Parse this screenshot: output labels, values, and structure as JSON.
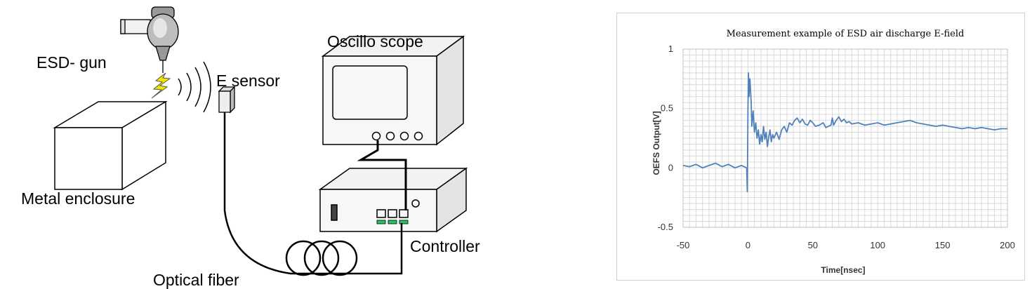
{
  "diagram": {
    "labels": {
      "esd_gun": "ESD- gun",
      "e_sensor": "E sensor",
      "oscilloscope": "Oscillo scope",
      "metal_enclosure": "Metal enclosure",
      "controller": "Controller",
      "optical_fiber": "Optical fiber"
    },
    "colors": {
      "spark": "#f2e600",
      "indicator": "#22c55e",
      "line": "#000000"
    }
  },
  "chart_data": {
    "type": "line",
    "title": "Measurement example of ESD air discharge E-field",
    "xlabel": "Time[nsec]",
    "ylabel": "OEFS Output[V]",
    "xlim": [
      -50,
      200
    ],
    "ylim": [
      -0.5,
      1
    ],
    "xticks": [
      "-50",
      "0",
      "50",
      "100",
      "150",
      "200"
    ],
    "yticks": [
      "1",
      "0.5",
      "0",
      "-0.5"
    ],
    "grid": true,
    "line_color": "#4f81bd",
    "series": [
      {
        "x": [
          -50,
          -45,
          -40,
          -35,
          -30,
          -25,
          -20,
          -15,
          -10,
          -5,
          -1,
          -0.5,
          0,
          0.4,
          0.8,
          1.5,
          2.5,
          3,
          4,
          5,
          6,
          7,
          8,
          9,
          10,
          11,
          12,
          13,
          14,
          15,
          16,
          17,
          18,
          19,
          20,
          22,
          24,
          26,
          28,
          30,
          32,
          34,
          36,
          38,
          40,
          42,
          44,
          46,
          48,
          50,
          52,
          55,
          58,
          60,
          62,
          64,
          65,
          66,
          68,
          70,
          72,
          74,
          76,
          78,
          80,
          85,
          90,
          95,
          100,
          105,
          110,
          115,
          120,
          125,
          130,
          135,
          140,
          145,
          150,
          155,
          160,
          165,
          170,
          175,
          180,
          185,
          190,
          195,
          200
        ],
        "y": [
          0.02,
          0.01,
          0.03,
          0.0,
          0.02,
          0.04,
          0.01,
          0.03,
          0.0,
          0.02,
          0.0,
          -0.2,
          0.5,
          0.8,
          0.6,
          0.75,
          0.55,
          0.35,
          0.48,
          0.3,
          0.38,
          0.25,
          0.32,
          0.2,
          0.28,
          0.22,
          0.35,
          0.24,
          0.3,
          0.18,
          0.26,
          0.32,
          0.22,
          0.28,
          0.25,
          0.3,
          0.24,
          0.32,
          0.35,
          0.3,
          0.38,
          0.36,
          0.4,
          0.42,
          0.38,
          0.41,
          0.37,
          0.36,
          0.4,
          0.38,
          0.35,
          0.36,
          0.38,
          0.34,
          0.35,
          0.36,
          0.42,
          0.36,
          0.4,
          0.43,
          0.39,
          0.41,
          0.38,
          0.39,
          0.37,
          0.38,
          0.36,
          0.37,
          0.38,
          0.36,
          0.37,
          0.38,
          0.39,
          0.4,
          0.38,
          0.37,
          0.36,
          0.35,
          0.36,
          0.35,
          0.34,
          0.33,
          0.34,
          0.33,
          0.34,
          0.33,
          0.32,
          0.33,
          0.33
        ]
      }
    ]
  }
}
